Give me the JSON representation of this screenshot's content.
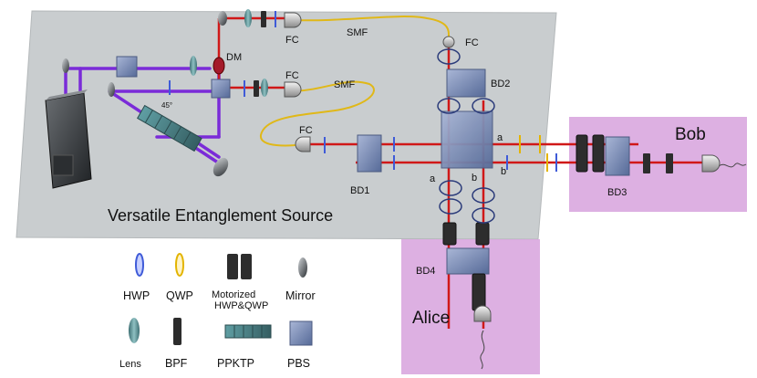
{
  "colors": {
    "source_panel": "#c9cdcf",
    "party_panel": "#d7a2dd",
    "laser_beam": "#d01818",
    "pump_beam": "#7a2bd8",
    "fiber": "#e0b818",
    "hwp": "#3f5bd8",
    "qwp": "#e3b400",
    "pbs": "#7d8db3",
    "ppktp": "#4e8c92"
  },
  "labels": {
    "source_title": "Versatile Entanglement Source",
    "bob": "Bob",
    "alice": "Alice",
    "fc_top": "FC",
    "fc_mid": "FC",
    "fc_right": "FC",
    "fc_left": "FC",
    "smf_top": "SMF",
    "smf_mid": "SMF",
    "dm": "DM",
    "angle": "45°",
    "bd1": "BD1",
    "bd2": "BD2",
    "bd3": "BD3",
    "bd4": "BD4",
    "port_a_right": "a",
    "port_b_right": "b",
    "port_a_down": "a",
    "port_b_down": "b"
  },
  "legend": {
    "hwp": "HWP",
    "qwp": "QWP",
    "motorized_line1": "Motorized",
    "motorized_line2": "HWP&QWP",
    "mirror": "Mirror",
    "lens": "Lens",
    "bpf": "BPF",
    "ppktp": "PPKTP",
    "pbs": "PBS"
  }
}
